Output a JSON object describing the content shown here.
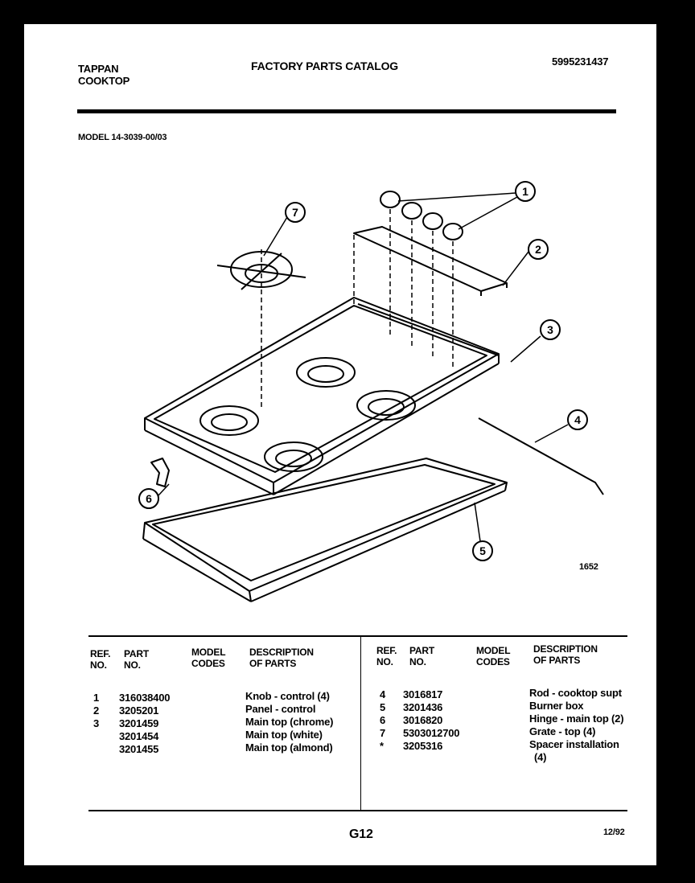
{
  "header": {
    "brand": "TAPPAN",
    "product": "COOKTOP",
    "catalog_title": "FACTORY PARTS CATALOG",
    "catalog_number": "5995231437",
    "model": "MODEL 14-3039-00/03"
  },
  "diagram": {
    "figure_number": "1652",
    "callouts": [
      "1",
      "2",
      "3",
      "4",
      "5",
      "6",
      "7"
    ]
  },
  "parts_table": {
    "headers": {
      "ref_no": [
        "REF.",
        "NO."
      ],
      "part_no": [
        "PART",
        "NO."
      ],
      "model_codes": [
        "MODEL",
        "CODES"
      ],
      "description": [
        "DESCRIPTION",
        "OF PARTS"
      ]
    },
    "left_rows": [
      {
        "ref": "1",
        "part": "316038400",
        "desc": "Knob - control (4)"
      },
      {
        "ref": "2",
        "part": "3205201",
        "desc": "Panel - control"
      },
      {
        "ref": "3",
        "part": "3201459",
        "desc": "Main top (chrome)"
      },
      {
        "ref": "",
        "part": "3201454",
        "desc": "Main top (white)"
      },
      {
        "ref": "",
        "part": "3201455",
        "desc": "Main top (almond)"
      }
    ],
    "right_rows": [
      {
        "ref": "4",
        "part": "3016817",
        "desc": "Rod - cooktop supt"
      },
      {
        "ref": "5",
        "part": "3201436",
        "desc": "Burner box"
      },
      {
        "ref": "6",
        "part": "3016820",
        "desc": "Hinge - main top (2)"
      },
      {
        "ref": "7",
        "part": "5303012700",
        "desc": "Grate - top (4)"
      },
      {
        "ref": "*",
        "part": "3205316",
        "desc": "Spacer installation"
      },
      {
        "ref": "",
        "part": "",
        "desc": "(4)"
      }
    ]
  },
  "footer": {
    "page": "G12",
    "date": "12/92"
  }
}
